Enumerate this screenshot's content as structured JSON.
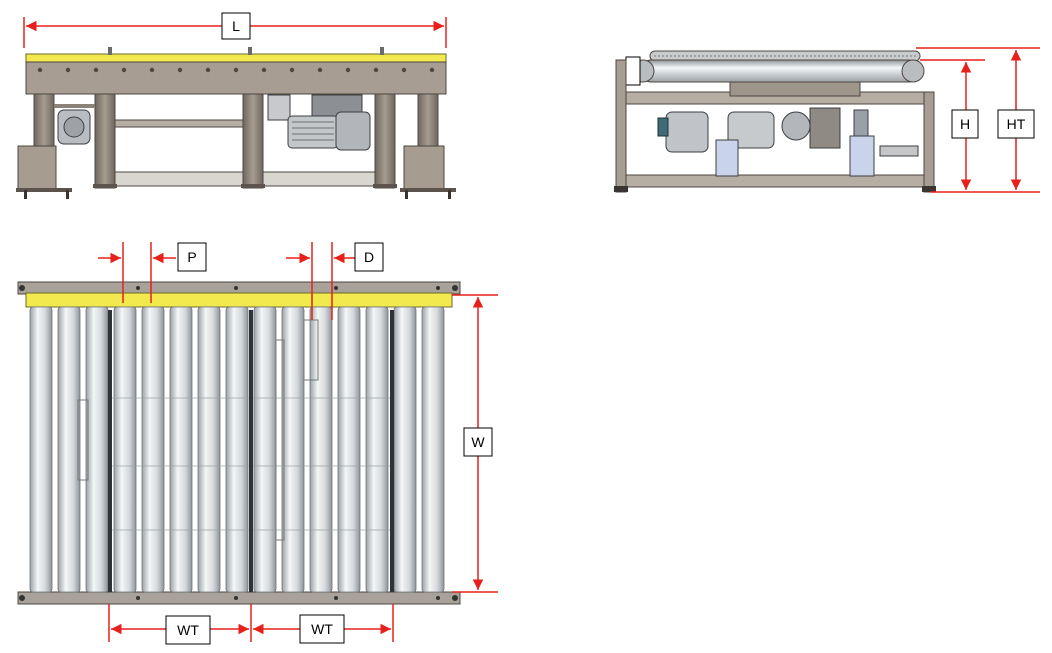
{
  "labels": {
    "length": "L",
    "pitch": "P",
    "diameter": "D",
    "height": "H",
    "total_height": "HT",
    "width": "W",
    "width_transfer_1": "WT",
    "width_transfer_2": "WT"
  },
  "colors": {
    "dimension_line": "#e8201c",
    "guide_rail": "#f2e94e",
    "frame": "#8c8378",
    "roller": "#dfe3e6",
    "motor": "#b9bcc0"
  }
}
